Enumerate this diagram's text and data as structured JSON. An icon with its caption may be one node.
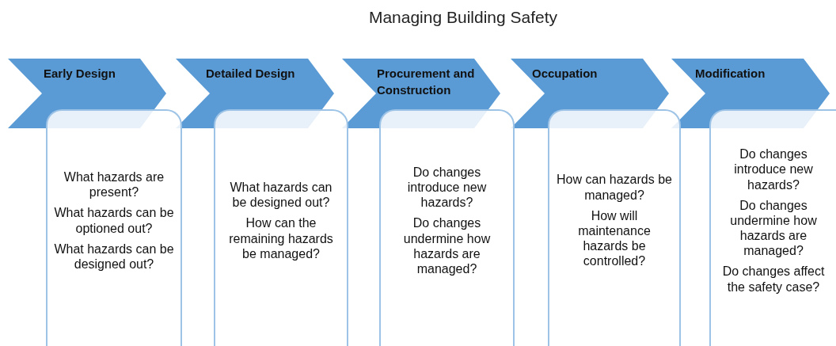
{
  "diagram": {
    "title": "Managing Building Safety",
    "nodes": [
      {
        "text": [
          "Early Design"
        ]
      },
      {
        "text": [
          "What hazards are present?",
          "What hazards can be optioned out?",
          "What hazards can be designed out?"
        ]
      },
      {
        "text": [
          "Detailed Design"
        ]
      },
      {
        "text": [
          "What hazards can be designed out?",
          "How can the remaining hazards be managed?"
        ]
      },
      {
        "text": [
          "Procurement and Construction"
        ]
      },
      {
        "text": [
          "Do changes introduce new hazards?",
          "Do changes undermine how hazards are managed?"
        ]
      },
      {
        "text": [
          "Occupation"
        ]
      },
      {
        "text": [
          "How can hazards be managed?",
          "How will maintenance hazards be controlled?"
        ]
      },
      {
        "text": [
          "Modification"
        ]
      },
      {
        "text": [
          "Do changes introduce new hazards?",
          "Do changes undermine how hazards are managed?",
          "Do changes affect the safety case?"
        ]
      }
    ],
    "edges": []
  }
}
